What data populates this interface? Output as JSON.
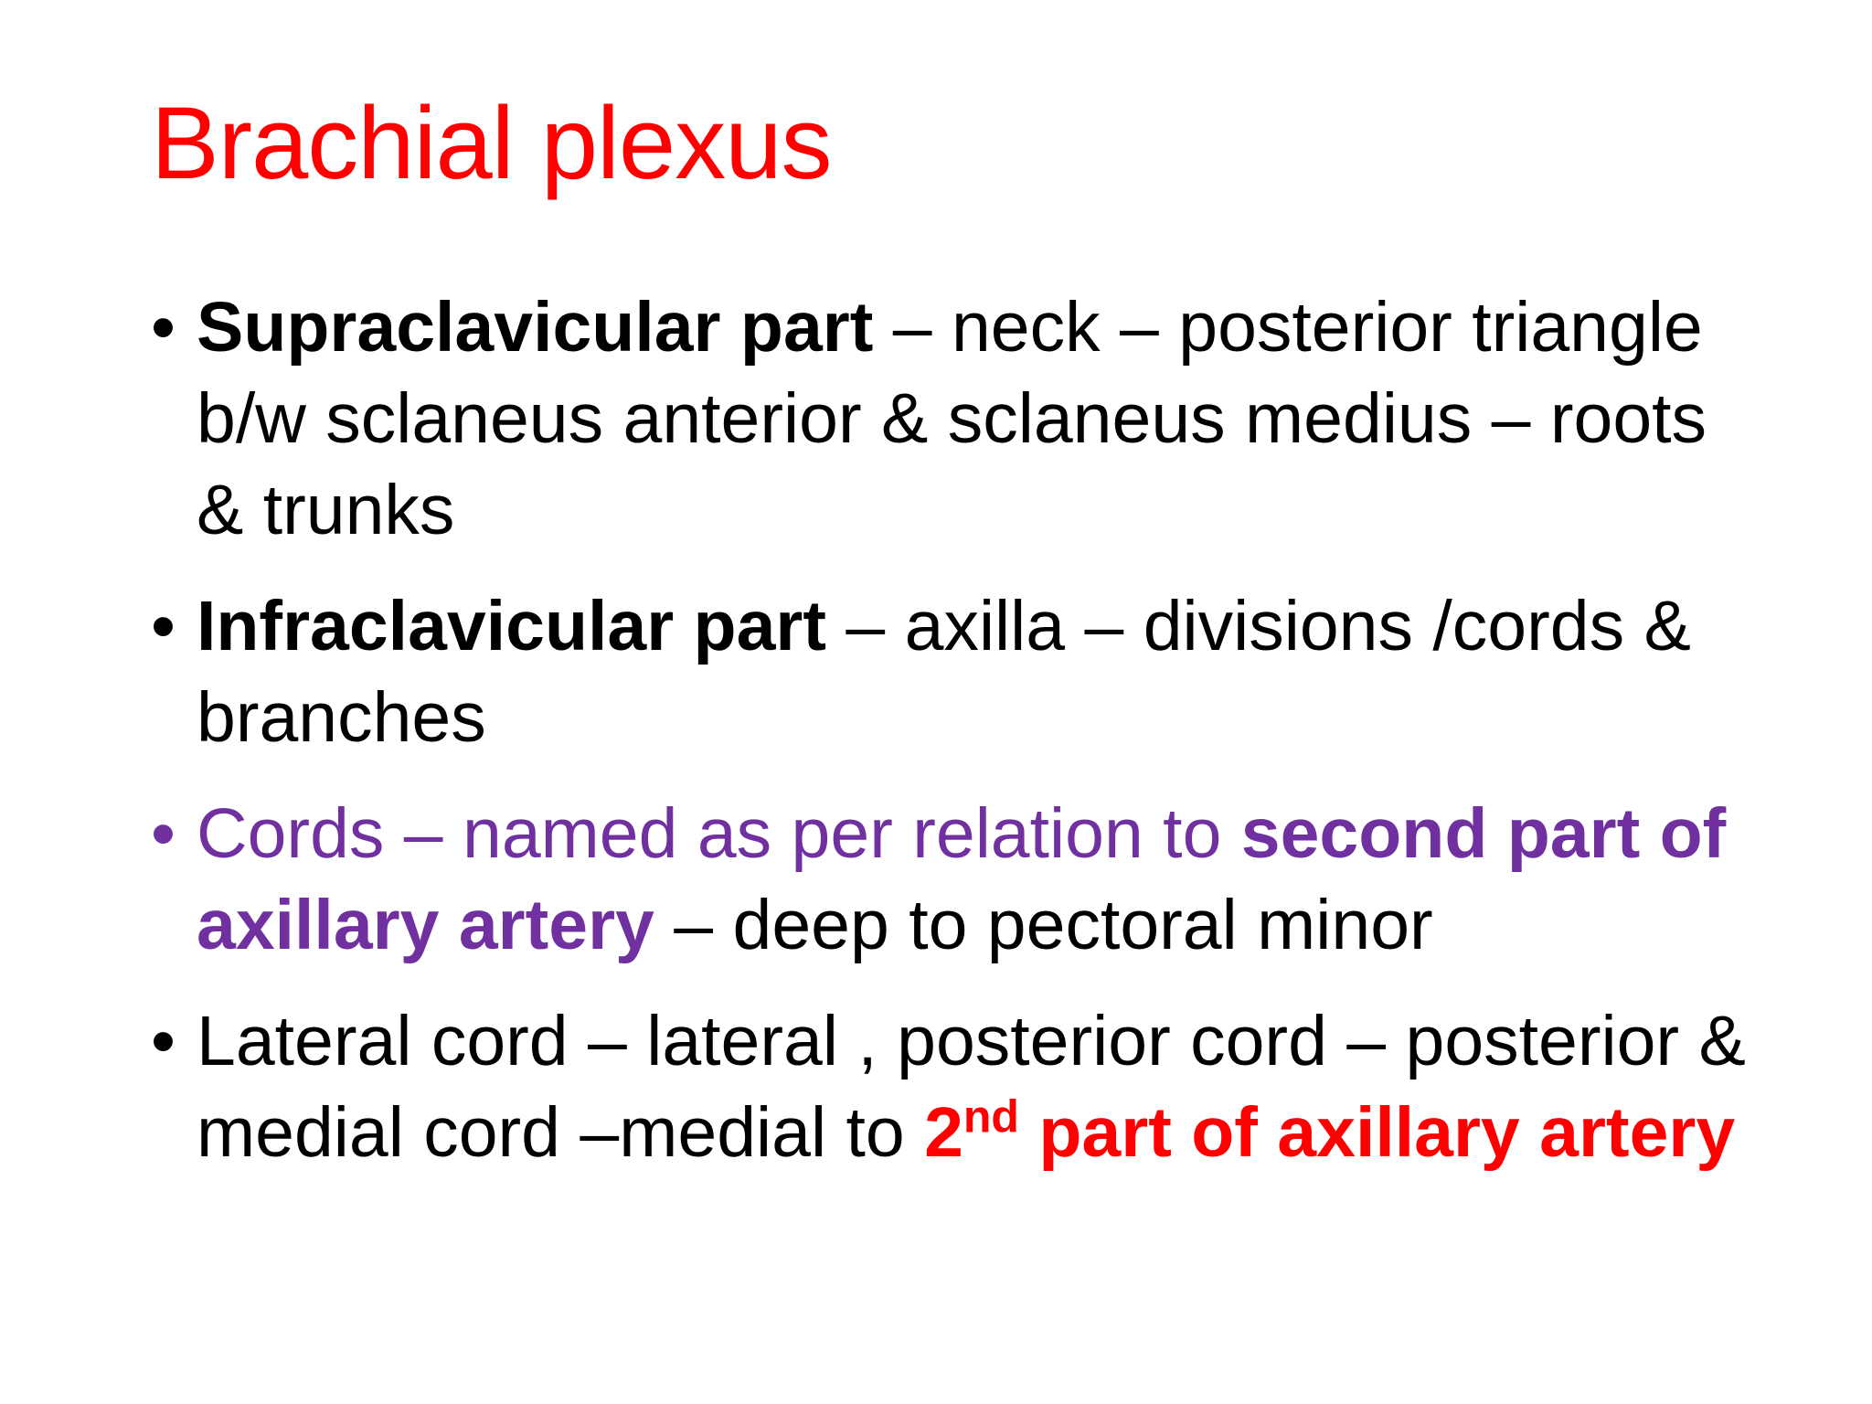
{
  "colors": {
    "title": "#ff0000",
    "text": "#000000",
    "purple": "#7030a0",
    "red": "#ff0000"
  },
  "title": "Brachial plexus",
  "bullets": [
    {
      "runs": [
        {
          "text": "Supraclavicular part",
          "bold": true,
          "color": "#000000"
        },
        {
          "text": " – neck – posterior triangle b/w sclaneus anterior & sclaneus medius  – roots & trunks",
          "bold": false,
          "color": "#000000"
        }
      ]
    },
    {
      "runs": [
        {
          "text": "Infraclavicular part",
          "bold": true,
          "color": "#000000"
        },
        {
          "text": " – axilla – divisions /cords & branches",
          "bold": false,
          "color": "#000000"
        }
      ]
    },
    {
      "runs": [
        {
          "text": "Cords – named as per relation to ",
          "bold": false,
          "color": "#7030a0"
        },
        {
          "text": "second part of axillary artery",
          "bold": true,
          "color": "#7030a0"
        },
        {
          "text": " – deep to pectoral minor",
          "bold": false,
          "color": "#000000"
        }
      ]
    },
    {
      "runs": [
        {
          "text": "Lateral cord – lateral , posterior cord – posterior & medial cord –medial to ",
          "bold": false,
          "color": "#000000"
        },
        {
          "text": "2",
          "bold": true,
          "color": "#ff0000"
        },
        {
          "text": "nd",
          "bold": true,
          "color": "#ff0000",
          "sup": true
        },
        {
          "text": " part of axillary artery",
          "bold": true,
          "color": "#ff0000"
        }
      ]
    }
  ],
  "bullet_glyph": "•"
}
